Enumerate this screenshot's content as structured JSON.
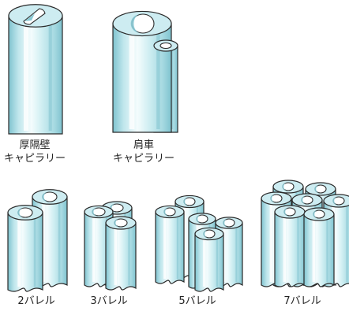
{
  "colors": {
    "outline": "#2a2a2a",
    "tube_light": "#e6f7f9",
    "tube_mid": "#bfe6ec",
    "tube_dark": "#7fc3cf",
    "end_face": "#cdecf1",
    "bore": "#ffffff",
    "bore_shadow": "#8ac9d4"
  },
  "items": [
    {
      "id": "thick-wall-capillary",
      "label_lines": [
        "厚隔壁",
        "キャピラリー"
      ]
    },
    {
      "id": "shoulder-capillary",
      "label_lines": [
        "肩車",
        "キャピラリー"
      ]
    },
    {
      "id": "2-barrel",
      "label_lines": [
        "2バレル"
      ]
    },
    {
      "id": "3-barrel",
      "label_lines": [
        "3バレル"
      ]
    },
    {
      "id": "5-barrel",
      "label_lines": [
        "5バレル"
      ]
    },
    {
      "id": "7-barrel",
      "label_lines": [
        "7バレル"
      ]
    }
  ]
}
